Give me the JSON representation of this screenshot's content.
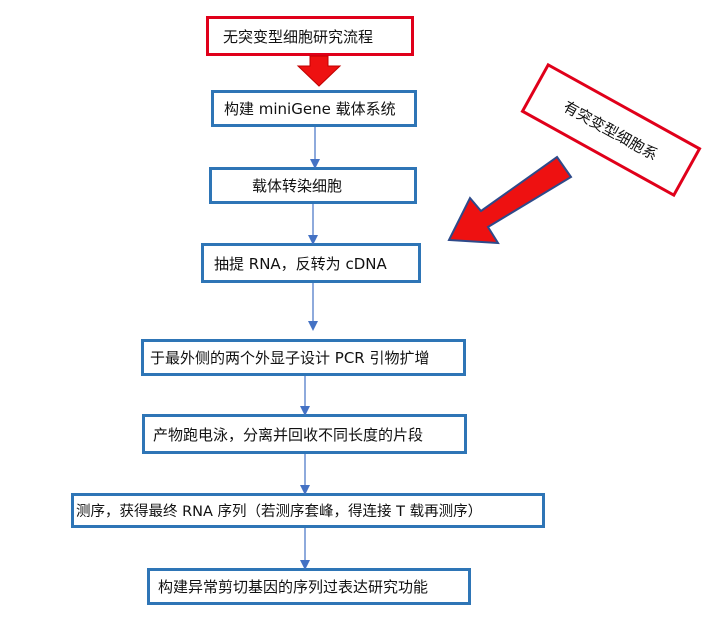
{
  "diagram": {
    "title": "无突变型细胞研究流程",
    "side_input": "有突变型细胞系",
    "steps": [
      "构建 miniGene 载体系统",
      "载体转染细胞",
      "抽提 RNA，反转为 cDNA",
      "于最外侧的两个外显子设计 PCR 引物扩增",
      "产物跑电泳，分离并回收不同长度的片段",
      "测序，获得最终 RNA 序列（若测序套峰，得连接 T 载再测序）",
      "构建异常剪切基因的序列过表达研究功能"
    ]
  },
  "colors": {
    "step_border": "#2e75b6",
    "title_border": "#e0001a",
    "big_arrow_fill": "#ee1111",
    "big_arrow_stroke": "#2e4a8a",
    "connector": "#4472c4"
  }
}
